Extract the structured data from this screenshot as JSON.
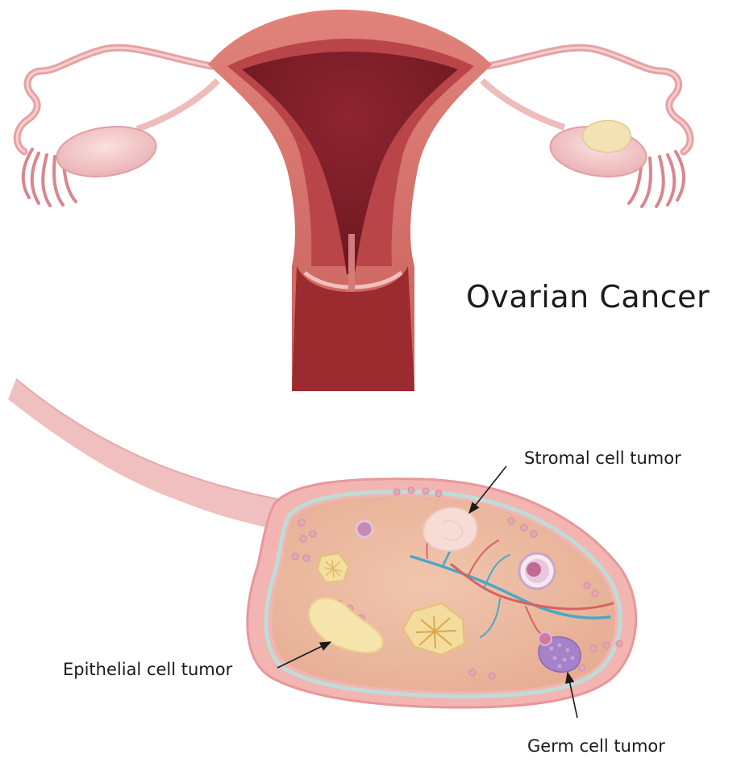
{
  "title": "Ovarian Cancer",
  "labels": {
    "stromal": "Stromal cell tumor",
    "epithelial": "Epithelial cell tumor",
    "germ": "Germ cell tumor"
  },
  "colors": {
    "uterus_outer": "#d9716a",
    "uterus_inner": "#9c2b30",
    "uterus_cavity": "#7a1a22",
    "tube": "#e6a2a3",
    "ovary_outer": "#f2b9b6",
    "ovary_inner": "#e9b79c",
    "ovary_border": "#bfdcd6",
    "follicle": "#d88aa8",
    "tumor_yellow": "#f3e2b3",
    "vessel_blue": "#4aa7c6",
    "vessel_red": "#d9615f",
    "germ_purple": "#a682c8",
    "arrow": "#1a1a1a"
  }
}
